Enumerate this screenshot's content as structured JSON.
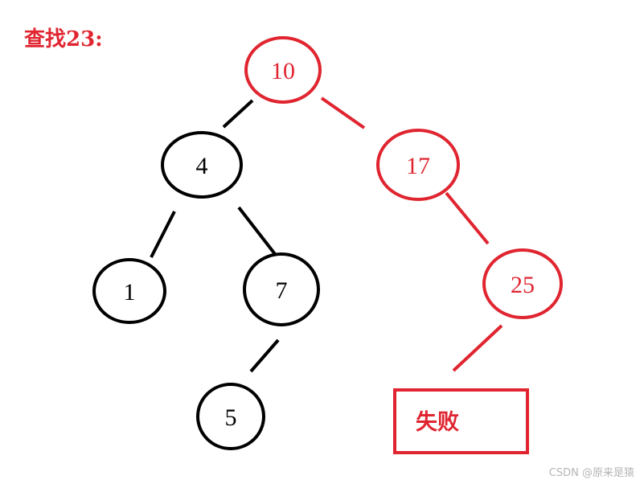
{
  "title": "查找23:",
  "colors": {
    "search_path": "#e02530",
    "normal": "#000000"
  },
  "tree": {
    "nodes": [
      {
        "id": "n10",
        "label": "10",
        "on_path": true
      },
      {
        "id": "n4",
        "label": "4",
        "on_path": false
      },
      {
        "id": "n17",
        "label": "17",
        "on_path": true
      },
      {
        "id": "n1",
        "label": "1",
        "on_path": false
      },
      {
        "id": "n7",
        "label": "7",
        "on_path": false
      },
      {
        "id": "n25",
        "label": "25",
        "on_path": true
      },
      {
        "id": "n5",
        "label": "5",
        "on_path": false
      }
    ],
    "edges": [
      {
        "from": "n10",
        "to": "n4",
        "on_path": false
      },
      {
        "from": "n10",
        "to": "n17",
        "on_path": true
      },
      {
        "from": "n4",
        "to": "n1",
        "on_path": false
      },
      {
        "from": "n4",
        "to": "n7",
        "on_path": false
      },
      {
        "from": "n17",
        "to": "n25",
        "on_path": true
      },
      {
        "from": "n7",
        "to": "n5",
        "on_path": false
      },
      {
        "from": "n25",
        "to": "fail",
        "on_path": true
      }
    ]
  },
  "result": {
    "label": "失败"
  },
  "watermark": "CSDN @原来是猿"
}
